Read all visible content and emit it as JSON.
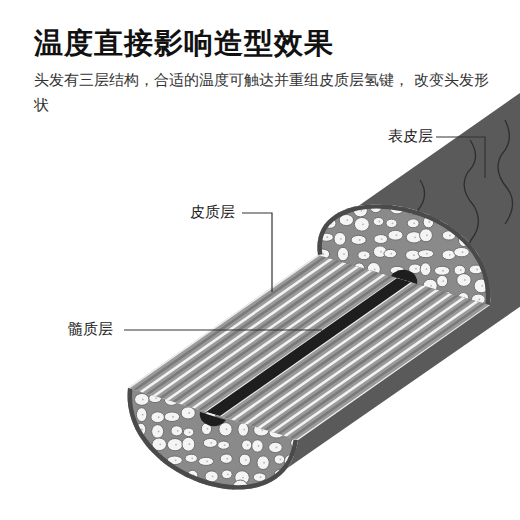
{
  "diagram": {
    "title": "温度直接影响造型效果",
    "caption": "头发有三层结构，合适的温度可触达并重组皮质层氢键， 改变头发形状",
    "labels": [
      "表皮层",
      "皮质层",
      "髓质层"
    ]
  }
}
